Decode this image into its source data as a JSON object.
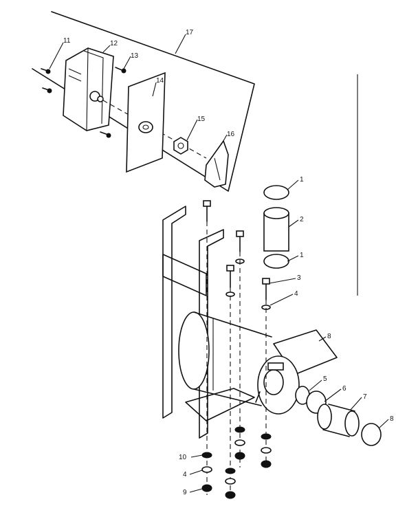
{
  "callouts": {
    "c1": "11",
    "c2": "12",
    "c3": "13",
    "c4": "14",
    "c5": "15",
    "c6": "16",
    "c7": "17",
    "c8": "1",
    "c9": "2",
    "c10": "1",
    "c11": "3",
    "c12": "4",
    "c13": "8",
    "c14": "5",
    "c15": "6",
    "c16": "7",
    "c17": "8",
    "c18": "10",
    "c19": "4",
    "c20": "9"
  }
}
